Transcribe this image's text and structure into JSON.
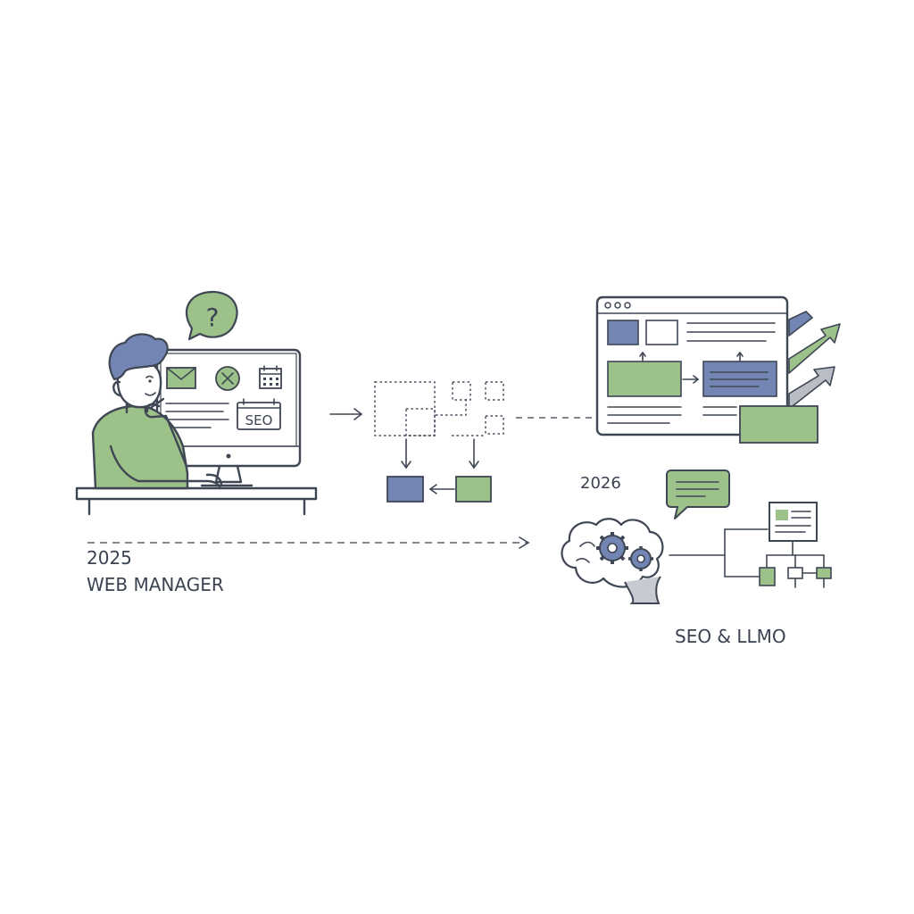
{
  "labels": {
    "year_start": "2025",
    "role_start": "WEB MANAGER",
    "year_end": "2026",
    "role_end": "SEO & LLMO",
    "monitor_badge": "SEO",
    "question_mark": "?"
  },
  "colors": {
    "line": "#3f4654",
    "green": "#9cc28a",
    "blue": "#7385b3",
    "gray_arrow": "#b9bdc6",
    "text": "#3b4250",
    "background": "#ffffff"
  },
  "icons": {
    "monitor": [
      "envelope-icon",
      "close-circle-icon",
      "calendar-icon",
      "seo-badge-icon"
    ],
    "other": [
      "question-bubble-icon",
      "browser-window-icon",
      "growth-arrows-icon",
      "chat-bubble-icon",
      "brain-gears-icon",
      "sitemap-tree-icon"
    ]
  }
}
